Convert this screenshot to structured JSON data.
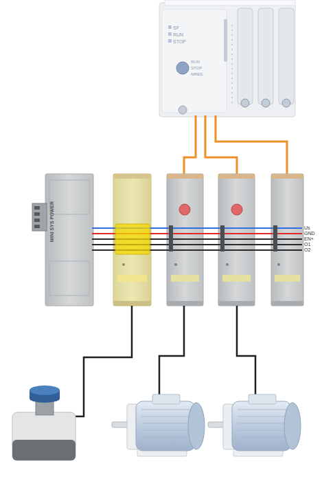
{
  "diagram": {
    "nodes": [
      {
        "text": [
          "SF",
          "RUN",
          "STOP",
          "RUN",
          "STOP",
          "MRES"
        ]
      },
      {
        "text": [
          "MINI SYS POWER"
        ]
      }
    ],
    "labels": [
      "Us",
      "GND",
      "EN+",
      "O1",
      "O2"
    ]
  }
}
